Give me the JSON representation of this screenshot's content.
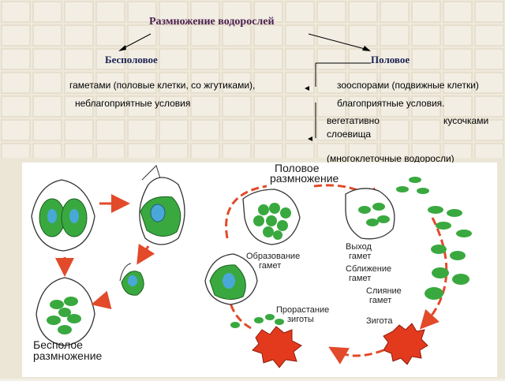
{
  "slide": {
    "title": "Размножение водорослей",
    "left_heading": "Бесполовое",
    "right_heading": "Половое",
    "left_lines": [
      "гаметами   (половые клетки, со жгутиками),",
      "неблагоприятные условия"
    ],
    "right_lines": [
      "зооспорами  (подвижные клетки)",
      "благоприятные условия.",
      "вегетативно",
      "кусочками",
      "слоевища",
      "(многоклеточные водоросли)"
    ]
  },
  "diagram": {
    "sexual_title": [
      "Половое",
      "размножение"
    ],
    "asexual_title": [
      "Бесполое",
      "размножение"
    ],
    "stages": [
      "Образование",
      "гамет",
      "Выход",
      "гамет",
      "Сближение",
      "гамет",
      "Слияние",
      "гамет",
      "Зигота",
      "Прорастание",
      "зиготы"
    ]
  },
  "colors": {
    "cell_green": "#39a93f",
    "nucleus_blue": "#4aa8d8",
    "arrow_red": "#e24a2a",
    "zygote_red": "#e33a1e",
    "title_purple": "#4a1f4f"
  }
}
